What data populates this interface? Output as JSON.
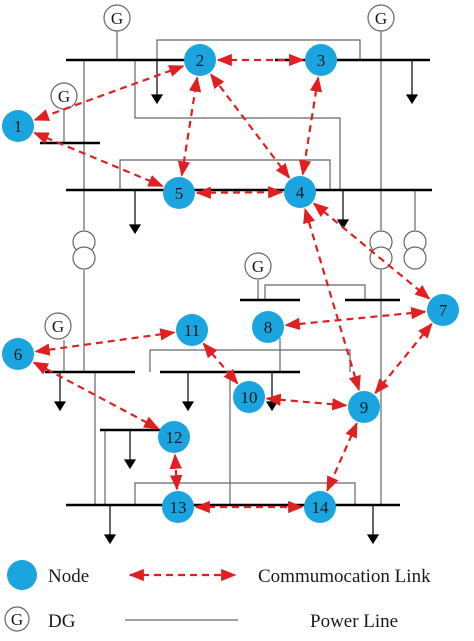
{
  "generator_symbol": "G",
  "nodes": [
    {
      "label": "1"
    },
    {
      "label": "2"
    },
    {
      "label": "3"
    },
    {
      "label": "4"
    },
    {
      "label": "5"
    },
    {
      "label": "6"
    },
    {
      "label": "7"
    },
    {
      "label": "8"
    },
    {
      "label": "9"
    },
    {
      "label": "10"
    },
    {
      "label": "11"
    },
    {
      "label": "12"
    },
    {
      "label": "13"
    },
    {
      "label": "14"
    }
  ],
  "communication_links": [
    [
      "2",
      "1"
    ],
    [
      "2",
      "3"
    ],
    [
      "1",
      "5"
    ],
    [
      "3",
      "4"
    ],
    [
      "5",
      "2"
    ],
    [
      "4",
      "2"
    ],
    [
      "5",
      "4"
    ],
    [
      "4",
      "7"
    ],
    [
      "7",
      "8"
    ],
    [
      "11",
      "6"
    ],
    [
      "11",
      "10"
    ],
    [
      "10",
      "9"
    ],
    [
      "12",
      "6"
    ],
    [
      "13",
      "12"
    ],
    [
      "9",
      "4"
    ],
    [
      "9",
      "14"
    ],
    [
      "13",
      "14"
    ],
    [
      "7",
      "9"
    ]
  ],
  "legend": {
    "node": "Node",
    "communication_link": "Commumocation Link",
    "dg_symbol": "G",
    "dg": "DG",
    "power_line": "Power Line"
  },
  "colors": {
    "node_fill": "#1aa5e0",
    "link": "#e02020",
    "line": "#000000",
    "thin_line": "#666666"
  }
}
